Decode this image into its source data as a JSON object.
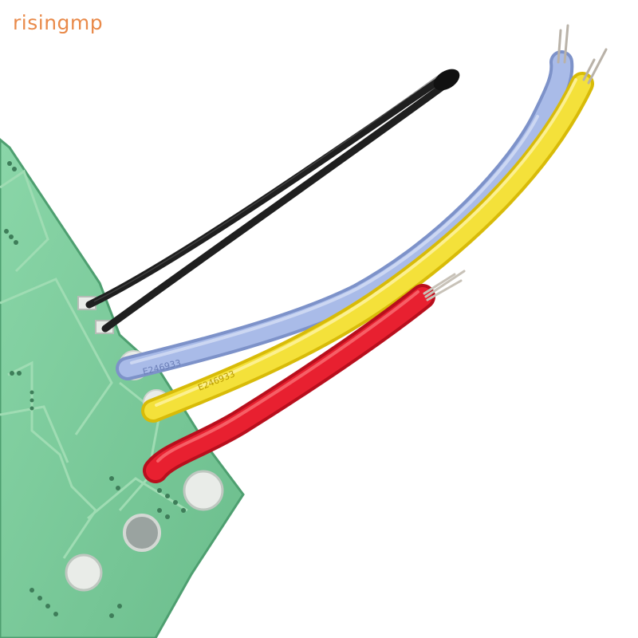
{
  "watermark": {
    "text": "risingmp"
  },
  "colors": {
    "background": "#ffffff",
    "pcb_green": "#79c99a",
    "pcb_trace": "#9fdcb3",
    "pcb_outline": "#4e9f70",
    "solder_pad": "#e9ece8",
    "wire_black": "#1f1f1f",
    "wire_blue": "#9fb3e4",
    "wire_yellow": "#f2dc1c",
    "wire_red": "#e3192a",
    "copper": "#c8b9a4",
    "watermark": "#e98a4a"
  },
  "wire_print": {
    "blue": "E246933",
    "yellow": "E246933",
    "red": ""
  }
}
